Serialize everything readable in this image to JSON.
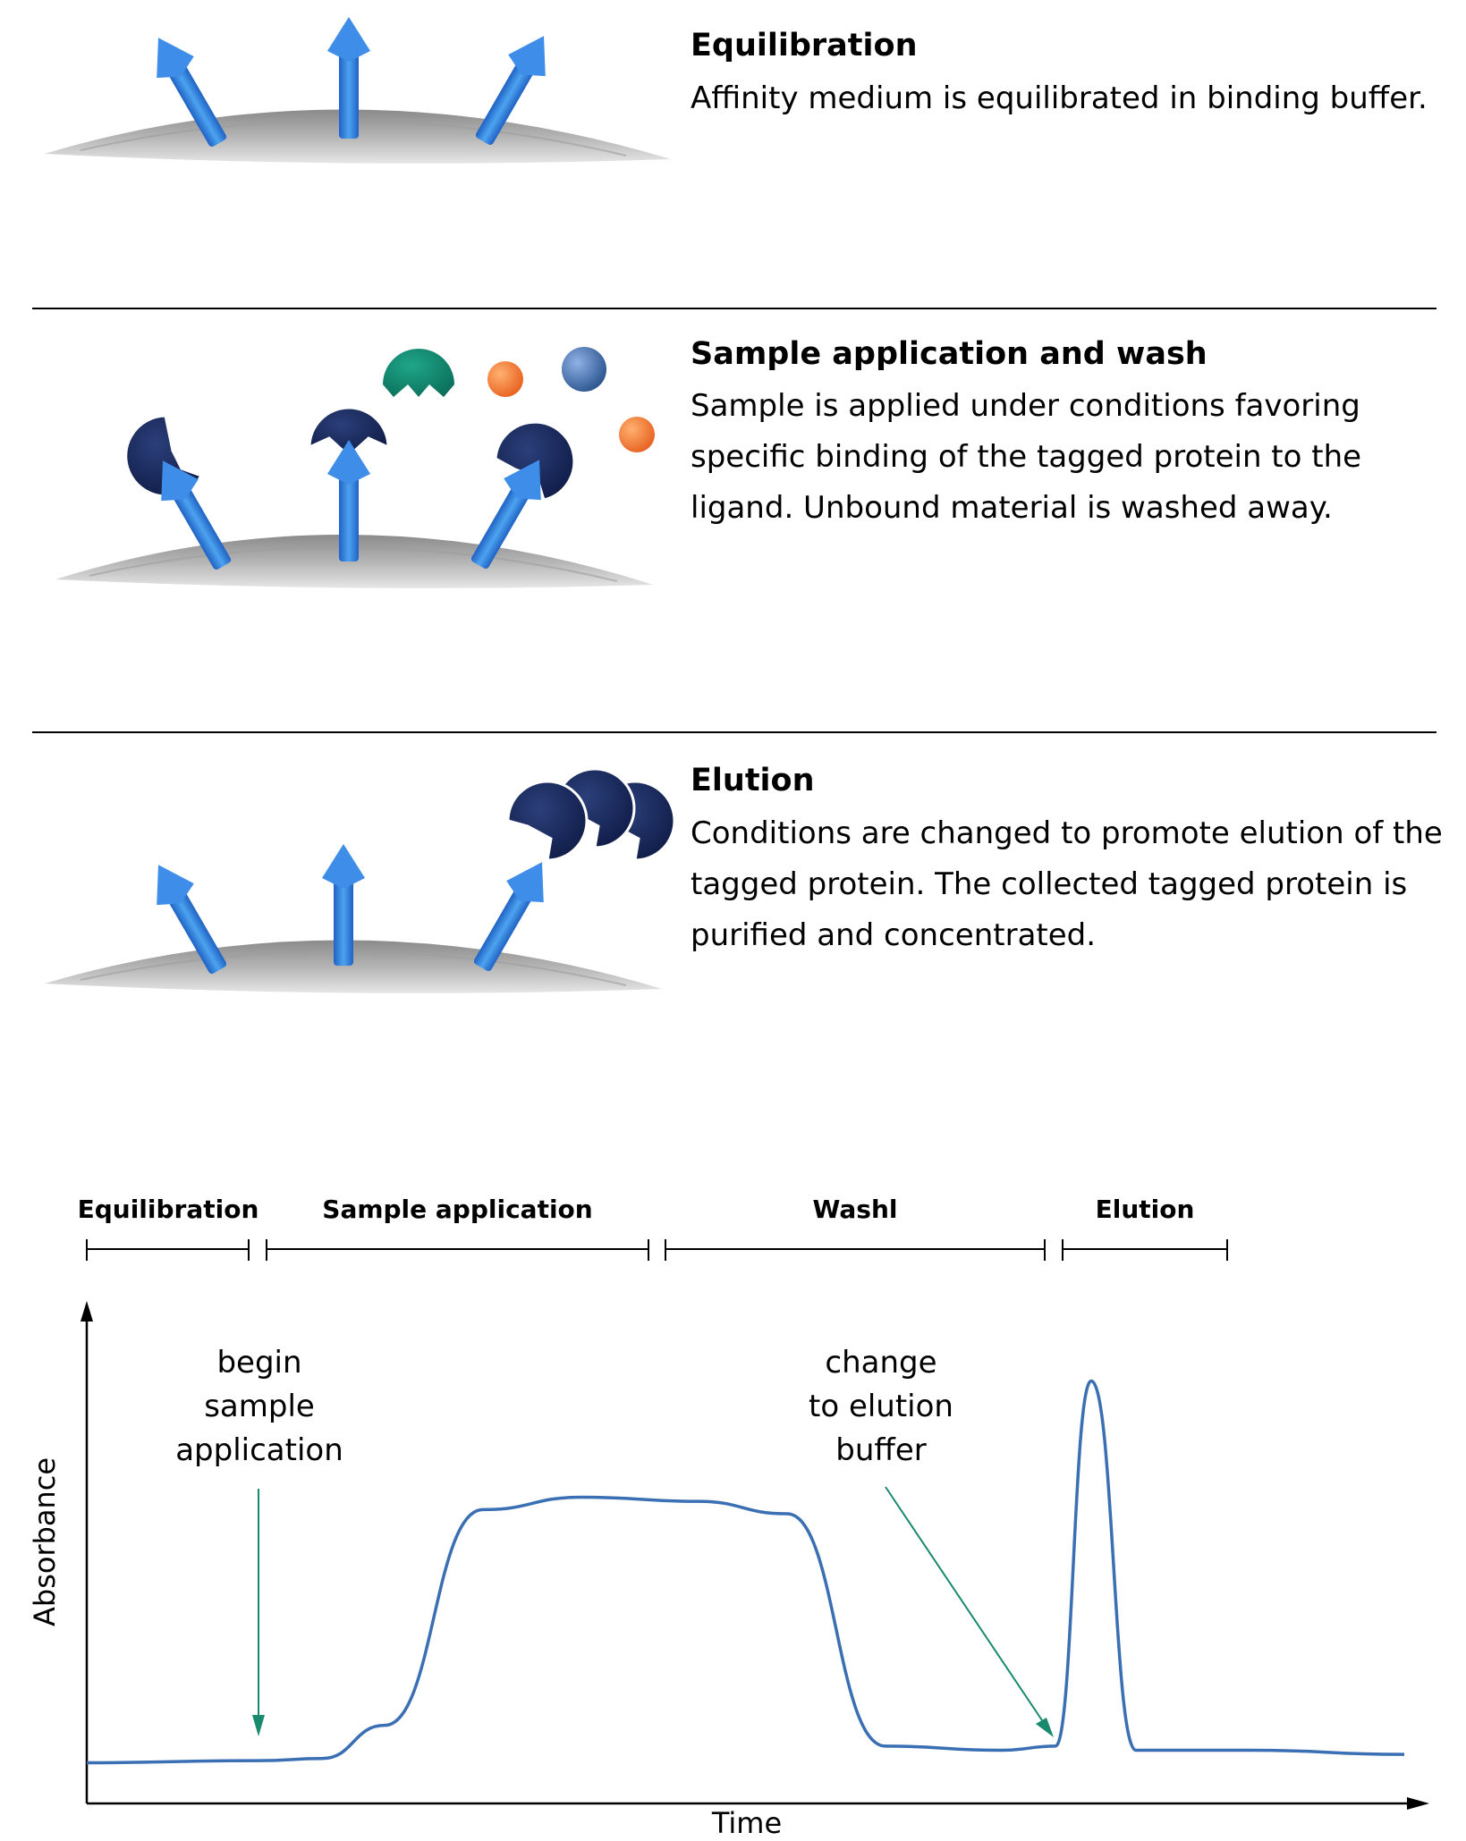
{
  "steps": [
    {
      "title": "Equilibration",
      "description": "Affinity medium is equilibrated in binding buffer."
    },
    {
      "title": "Sample application and wash",
      "description": "Sample is applied under conditions favoring specific binding of the tagged protein to the ligand. Unbound material is washed away."
    },
    {
      "title": "Elution",
      "description": "Conditions are changed to promote elution of the tagged protein. The collected tagged protein is purified and concentrated."
    }
  ],
  "phases": [
    "Equilibration",
    "Sample application",
    "Washl",
    "Elution"
  ],
  "annotations": {
    "begin": "begin\nsample\napplication",
    "change": "change\nto elution\nbuffer"
  },
  "chart_data": {
    "type": "line",
    "xlabel": "Time",
    "ylabel": "Absorbance",
    "series": [
      {
        "values": [
          0.04,
          0.045,
          0.05,
          0.13,
          0.65,
          0.68,
          0.67,
          0.64,
          0.08,
          0.07,
          0.08,
          0.96,
          0.07,
          0.07,
          0.06
        ]
      }
    ]
  },
  "colors": {
    "ligand_blue": "#2e86de",
    "protein_navy": "#1a2a5e",
    "contaminant_green": "#128a72",
    "contaminant_orange": "#f07a2c",
    "contaminant_blue": "#3f6fb6",
    "trace": "#3a6fb3",
    "arrow": "#1a8a6e"
  }
}
